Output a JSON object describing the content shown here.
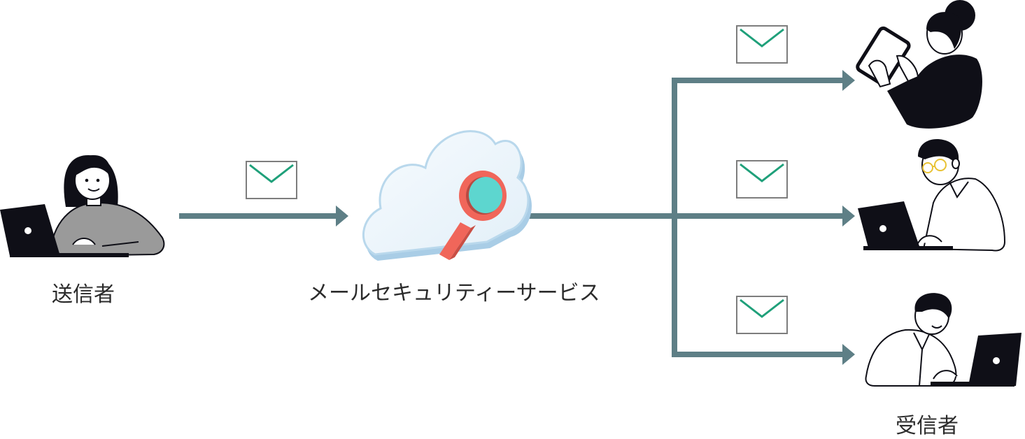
{
  "labels": {
    "sender": "送信者",
    "service": "メールセキュリティーサービス",
    "receiver": "受信者"
  },
  "colors": {
    "arrow": "#5e7f86",
    "envelope_border": "#7d7d7d",
    "envelope_flap": "#1fa07a",
    "ink": "#0f0f17",
    "cloud_fill": "#eef6fb",
    "cloud_edge": "#a9cde6",
    "magnifier_ring": "#f0665a",
    "magnifier_lens": "#5dd6cf",
    "sweater": "#9a9a9a"
  },
  "icons": {
    "sender": "woman-with-laptop-icon",
    "service": "cloud-with-magnifier-icon",
    "receiver_1": "woman-with-tablet-icon",
    "receiver_2": "man-with-glasses-laptop-icon",
    "receiver_3": "man-with-laptop-icon",
    "message": "envelope-icon"
  }
}
